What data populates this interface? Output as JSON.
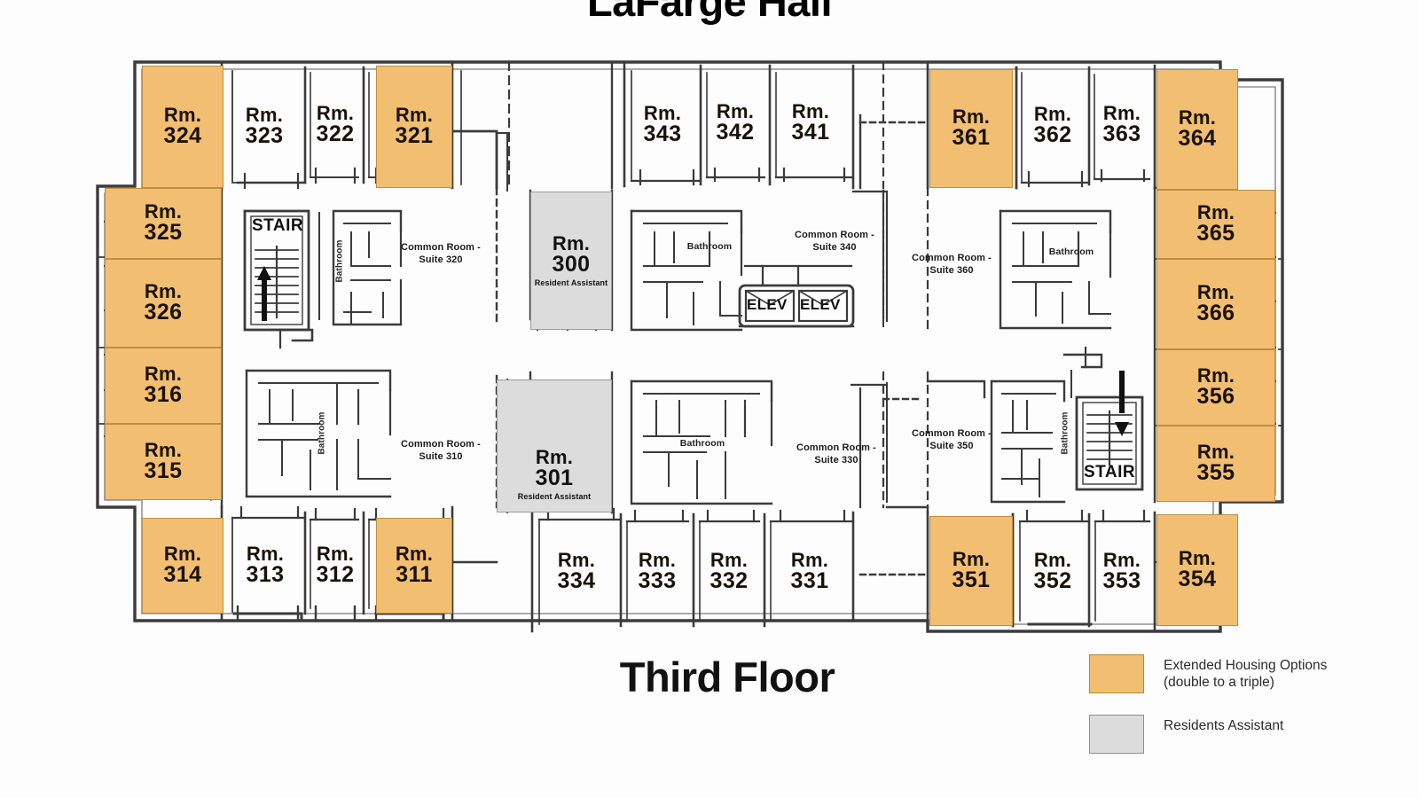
{
  "titles": {
    "building": "LaFarge Hall",
    "floor": "Third Floor"
  },
  "legend": {
    "items": [
      {
        "swatch": "orange",
        "label": "Extended Housing Options",
        "sublabel": "(double to a triple)"
      },
      {
        "swatch": "grey",
        "label": "Residents Assistant",
        "sublabel": ""
      }
    ]
  },
  "rooms": {
    "top_left": [
      {
        "rm": "Rm.",
        "num": "324",
        "type": "orange"
      },
      {
        "rm": "Rm.",
        "num": "323",
        "type": "plain"
      },
      {
        "rm": "Rm.",
        "num": "322",
        "type": "plain"
      },
      {
        "rm": "Rm.",
        "num": "321",
        "type": "orange"
      }
    ],
    "left_column": [
      {
        "rm": "Rm.",
        "num": "325",
        "type": "orange"
      },
      {
        "rm": "Rm.",
        "num": "326",
        "type": "orange"
      },
      {
        "rm": "Rm.",
        "num": "316",
        "type": "orange"
      },
      {
        "rm": "Rm.",
        "num": "315",
        "type": "orange"
      }
    ],
    "bottom_left": [
      {
        "rm": "Rm.",
        "num": "314",
        "type": "orange"
      },
      {
        "rm": "Rm.",
        "num": "313",
        "type": "plain"
      },
      {
        "rm": "Rm.",
        "num": "312",
        "type": "plain"
      },
      {
        "rm": "Rm.",
        "num": "311",
        "type": "orange"
      }
    ],
    "top_center": [
      {
        "rm": "Rm.",
        "num": "343",
        "type": "plain"
      },
      {
        "rm": "Rm.",
        "num": "342",
        "type": "plain"
      },
      {
        "rm": "Rm.",
        "num": "341",
        "type": "plain"
      }
    ],
    "bottom_center": [
      {
        "rm": "Rm.",
        "num": "334",
        "type": "plain"
      },
      {
        "rm": "Rm.",
        "num": "333",
        "type": "plain"
      },
      {
        "rm": "Rm.",
        "num": "332",
        "type": "plain"
      },
      {
        "rm": "Rm.",
        "num": "331",
        "type": "plain"
      }
    ],
    "top_right": [
      {
        "rm": "Rm.",
        "num": "361",
        "type": "orange"
      },
      {
        "rm": "Rm.",
        "num": "362",
        "type": "plain"
      },
      {
        "rm": "Rm.",
        "num": "363",
        "type": "plain"
      },
      {
        "rm": "Rm.",
        "num": "364",
        "type": "orange"
      }
    ],
    "right_column": [
      {
        "rm": "Rm.",
        "num": "365",
        "type": "orange"
      },
      {
        "rm": "Rm.",
        "num": "366",
        "type": "orange"
      },
      {
        "rm": "Rm.",
        "num": "356",
        "type": "orange"
      },
      {
        "rm": "Rm.",
        "num": "355",
        "type": "orange"
      }
    ],
    "bottom_right": [
      {
        "rm": "Rm.",
        "num": "351",
        "type": "orange"
      },
      {
        "rm": "Rm.",
        "num": "352",
        "type": "plain"
      },
      {
        "rm": "Rm.",
        "num": "353",
        "type": "plain"
      },
      {
        "rm": "Rm.",
        "num": "354",
        "type": "orange"
      }
    ],
    "resident_assistants": [
      {
        "rm": "Rm.",
        "num": "300",
        "sub": "Resident Assistant",
        "type": "grey"
      },
      {
        "rm": "Rm.",
        "num": "301",
        "sub": "Resident Assistant",
        "type": "grey"
      }
    ]
  },
  "annotations": {
    "common_rooms": [
      {
        "line1": "Common Room -",
        "line2": "Suite 320"
      },
      {
        "line1": "Common Room -",
        "line2": "Suite 340"
      },
      {
        "line1": "Common Room -",
        "line2": "Suite 360"
      },
      {
        "line1": "Common Room -",
        "line2": "Suite 310"
      },
      {
        "line1": "Common Room -",
        "line2": "Suite 330"
      },
      {
        "line1": "Common Room -",
        "line2": "Suite 350"
      }
    ],
    "bathrooms": [
      {
        "label": "Bathroom"
      },
      {
        "label": "Bathroom"
      },
      {
        "label": "Bathroom"
      },
      {
        "label": "Bathroom"
      },
      {
        "label": "Bathroom"
      },
      {
        "label": "Bathroom"
      }
    ],
    "stairs": [
      {
        "label": "STAIR",
        "direction": "up"
      },
      {
        "label": "STAIR",
        "direction": "down"
      }
    ],
    "elevators": [
      {
        "label": "ELEV"
      },
      {
        "label": "ELEV"
      }
    ]
  },
  "colors": {
    "extended_housing": "#F2BE72",
    "extended_housing_border": "#c08e3e",
    "resident_assistant": "#DCDCDC",
    "resident_assistant_border": "#9b9b9b",
    "wall": "#3b3b3b",
    "background": "#ffffff"
  }
}
